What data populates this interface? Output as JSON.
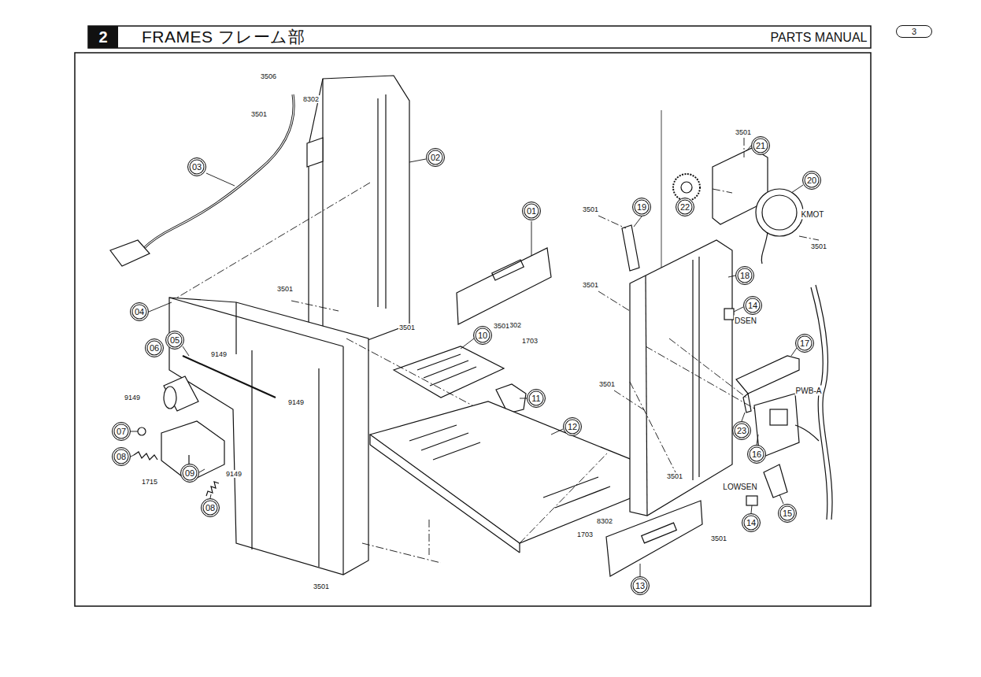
{
  "diagram": {
    "title": "FRAMES フレーム部",
    "nodes": [
      {
        "text": [
          "2"
        ]
      },
      {
        "text": [
          "3"
        ]
      },
      {
        "text": [
          "03"
        ]
      },
      {
        "text": [
          "02"
        ]
      },
      {
        "text": [
          "01"
        ]
      },
      {
        "text": [
          "04"
        ]
      },
      {
        "text": [
          "05"
        ]
      },
      {
        "text": [
          "06"
        ]
      },
      {
        "text": [
          "10"
        ]
      },
      {
        "text": [
          "11"
        ]
      },
      {
        "text": [
          "12"
        ]
      },
      {
        "text": [
          "07"
        ]
      },
      {
        "text": [
          "08"
        ]
      },
      {
        "text": [
          "09"
        ]
      },
      {
        "text": [
          "08"
        ]
      },
      {
        "text": [
          "21"
        ]
      },
      {
        "text": [
          "20"
        ]
      },
      {
        "text": [
          "22"
        ]
      },
      {
        "text": [
          "19"
        ]
      },
      {
        "text": [
          "18"
        ]
      },
      {
        "text": [
          "14"
        ]
      },
      {
        "text": [
          "17"
        ]
      },
      {
        "text": [
          "23"
        ]
      },
      {
        "text": [
          "16"
        ]
      },
      {
        "text": [
          "15"
        ]
      },
      {
        "text": [
          "14"
        ]
      },
      {
        "text": [
          "13"
        ]
      }
    ],
    "labels": [
      "PARTS MANUAL",
      "3506",
      "8302",
      "3501",
      "3501",
      "8302",
      "1703",
      "3501",
      "3501",
      "9149",
      "9149",
      "9149",
      "1715",
      "9149",
      "3501",
      "3501",
      "3501",
      "3501",
      "KMOT",
      "3501",
      "DSEN",
      "3501",
      "PWB-A",
      "3501",
      "LOWSEN",
      "8302",
      "1703",
      "3501"
    ]
  }
}
